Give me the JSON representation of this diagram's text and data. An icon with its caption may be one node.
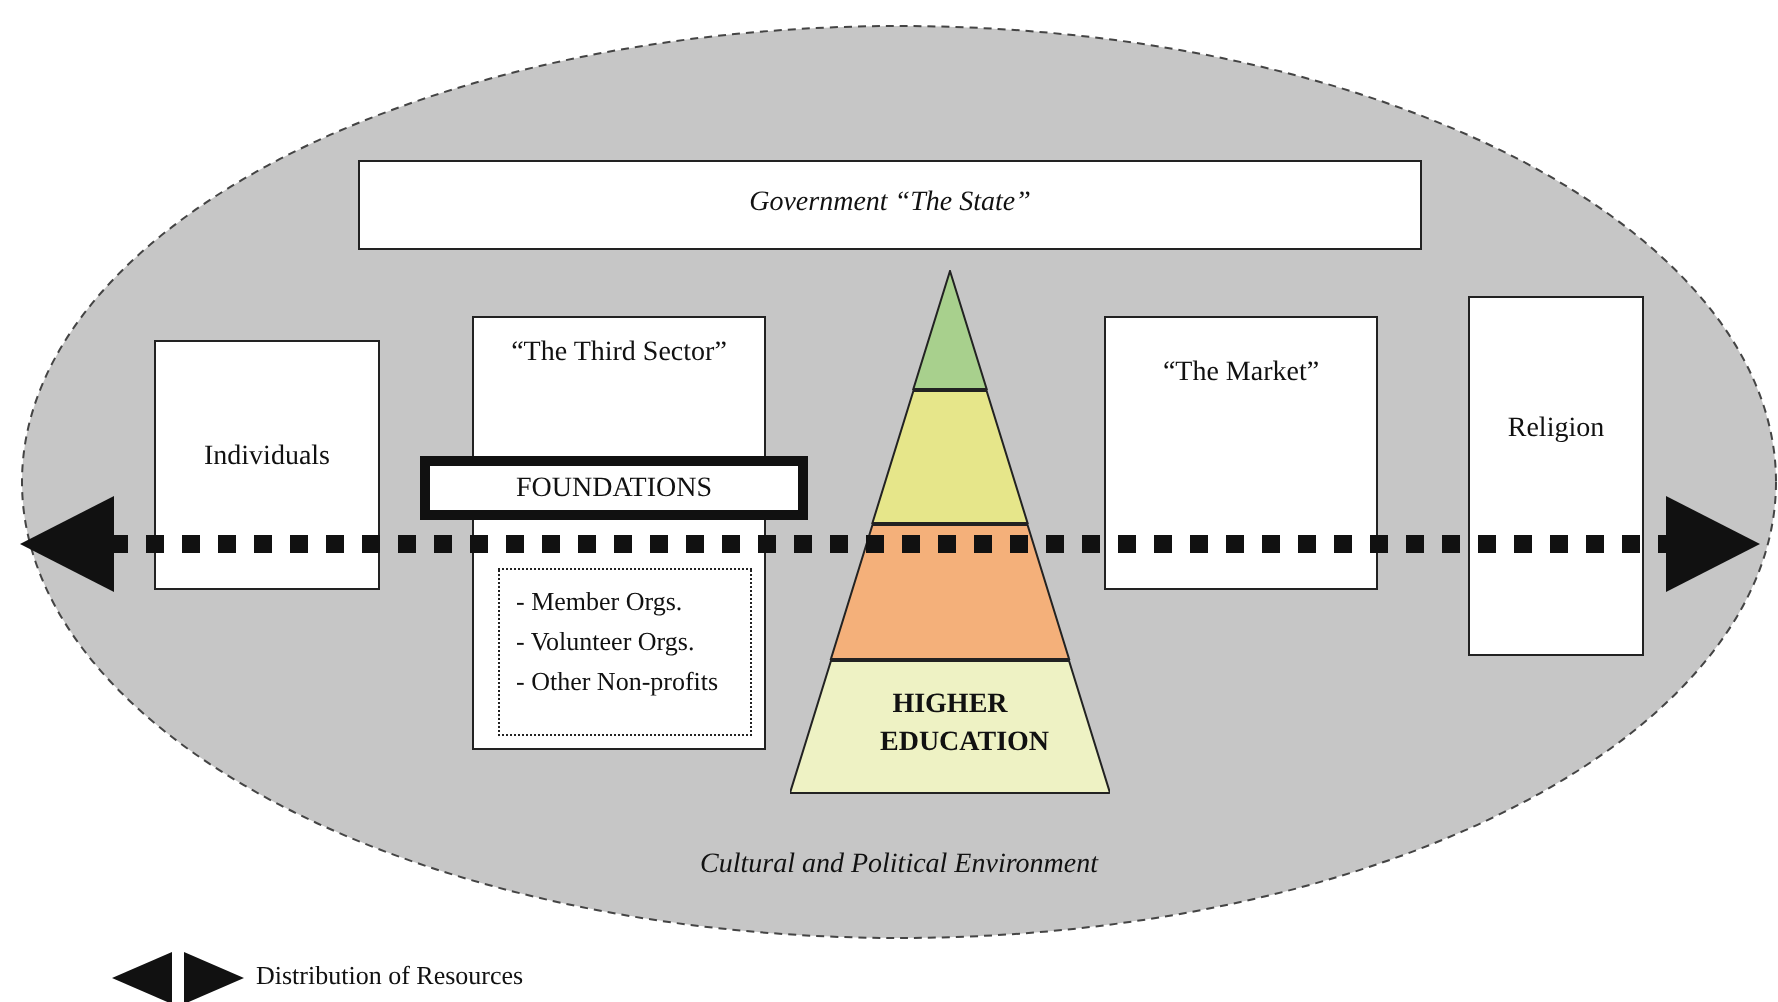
{
  "diagram": {
    "nodes": [
      {
        "text": [
          "Cultural and Political Environment"
        ]
      },
      {
        "text": [
          "Government “The State”"
        ],
        "in": 0
      },
      {
        "text": [
          "Individuals"
        ],
        "in": 0
      },
      {
        "text": [
          "“The Third Sector”"
        ],
        "in": 0
      },
      {
        "text": [
          "FOUNDATIONS"
        ],
        "in": 0
      },
      {
        "text": [
          "- Member Orgs.",
          "- Volunteer Orgs.",
          "- Other Non-profits"
        ],
        "in": 3
      },
      {
        "text": [
          "HIGHER EDUCATION"
        ],
        "in": 0
      },
      {
        "text": [
          "“The Market”"
        ],
        "in": 0
      },
      {
        "text": [
          "Religion"
        ],
        "in": 0
      }
    ],
    "legend": [
      {
        "text": "Distribution of Resources"
      }
    ]
  }
}
